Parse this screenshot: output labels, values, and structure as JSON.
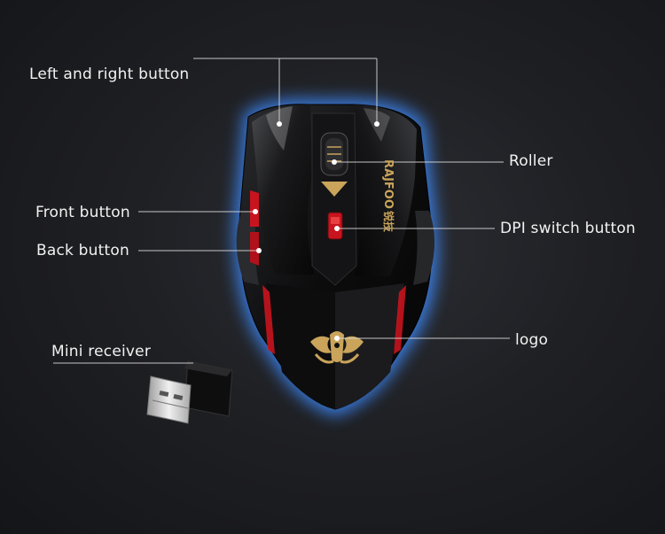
{
  "labels": {
    "left_right_button": "Left and right button",
    "roller": "Roller",
    "front_button": "Front button",
    "dpi_switch_button": "DPI switch button",
    "back_button": "Back button",
    "logo": "logo",
    "mini_receiver": "Mini receiver"
  },
  "brand": {
    "name": "RAJFOO",
    "chinese": "锐技"
  },
  "colors": {
    "background": "#1f2024",
    "glow": "#3d8bff",
    "mouse_body": "#0b0b0c",
    "accent_red": "#c8141e",
    "logo_gold": "#c9a45a",
    "leader_line": "#d8d8d8"
  }
}
